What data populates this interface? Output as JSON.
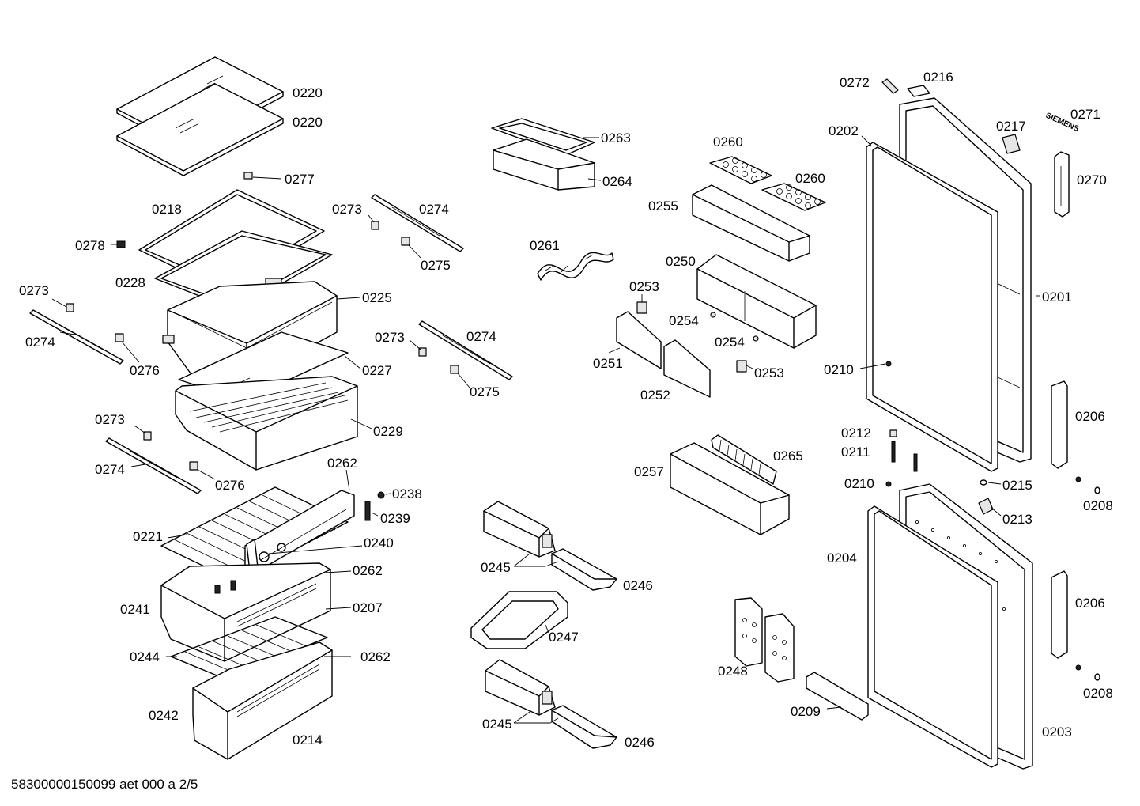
{
  "footer": {
    "drawing_id": "58300000150099 aet 000 a 2/5"
  },
  "brand": {
    "logo_text": "SIEMENS"
  },
  "labels": {
    "p0220a": "0220",
    "p0220b": "0220",
    "p0277": "0277",
    "p0218": "0218",
    "p0273a": "0273",
    "p0274a": "0274",
    "p0278": "0278",
    "p0275a": "0275",
    "p0228": "0228",
    "p0225": "0225",
    "p0273b": "0273",
    "p0274b": "0274",
    "p0276a": "0276",
    "p0273c": "0273",
    "p0274c": "0274",
    "p0227": "0227",
    "p0275b": "0275",
    "p0229": "0229",
    "p0273d": "0273",
    "p0274d": "0274",
    "p0276b": "0276",
    "p0262a": "0262",
    "p0238": "0238",
    "p0239": "0239",
    "p0221": "0221",
    "p0240": "0240",
    "p0262b": "0262",
    "p0241": "0241",
    "p0207": "0207",
    "p0244": "0244",
    "p0262c": "0262",
    "p0242": "0242",
    "p0214": "0214",
    "p0263": "0263",
    "p0264": "0264",
    "p0261": "0261",
    "p0245a": "0245",
    "p0246a": "0246",
    "p0247": "0247",
    "p0245b": "0245",
    "p0246b": "0246",
    "p0260a": "0260",
    "p0260b": "0260",
    "p0255": "0255",
    "p0250": "0250",
    "p0253a": "0253",
    "p0254a": "0254",
    "p0254b": "0254",
    "p0251": "0251",
    "p0253b": "0253",
    "p0252": "0252",
    "p0265": "0265",
    "p0257": "0257",
    "p0248": "0248",
    "p0209": "0209",
    "p0272": "0272",
    "p0216": "0216",
    "p0271": "0271",
    "p0217": "0217",
    "p0202": "0202",
    "p0270": "0270",
    "p0201": "0201",
    "p0210a": "0210",
    "p0206a": "0206",
    "p0212": "0212",
    "p0211": "0211",
    "p0210b": "0210",
    "p0215": "0215",
    "p0208a": "0208",
    "p0213": "0213",
    "p0204": "0204",
    "p0206b": "0206",
    "p0208b": "0208",
    "p0203": "0203"
  }
}
